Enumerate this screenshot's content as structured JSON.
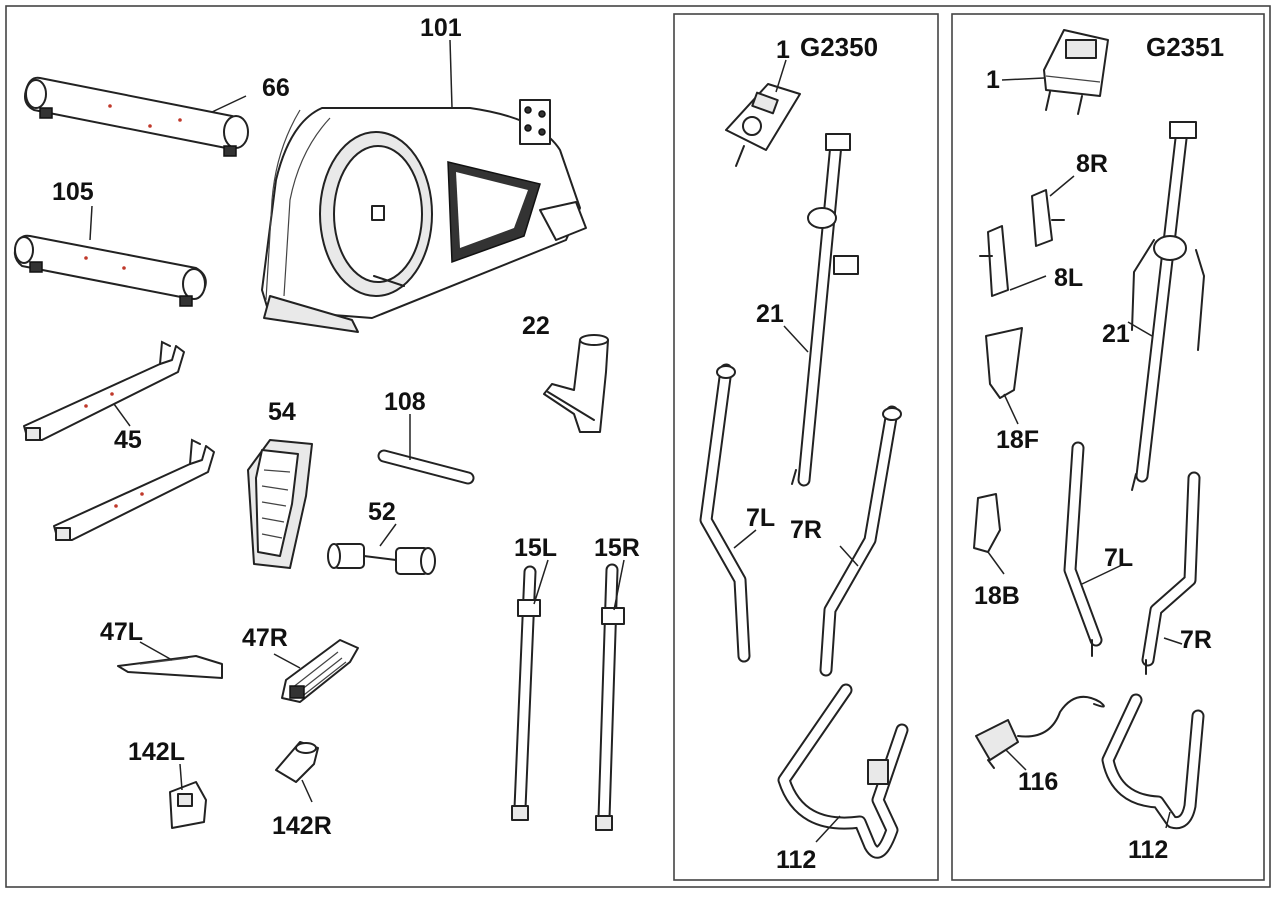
{
  "diagram": {
    "panels": [
      {
        "model": ""
      },
      {
        "model": "G2350"
      },
      {
        "model": "G2351"
      }
    ],
    "labels": {
      "p101": "101",
      "p66": "66",
      "p105": "105",
      "p45": "45",
      "p54": "54",
      "p108": "108",
      "p22": "22",
      "p52": "52",
      "p47L": "47L",
      "p47R": "47R",
      "p142L": "142L",
      "p142R": "142R",
      "p15L": "15L",
      "p15R": "15R",
      "a1": "1",
      "a21": "21",
      "a7L": "7L",
      "a7R": "7R",
      "a112": "112",
      "b1": "1",
      "b8R": "8R",
      "b8L": "8L",
      "b21": "21",
      "b18F": "18F",
      "b18B": "18B",
      "b7L": "7L",
      "b7R": "7R",
      "b116": "116",
      "b112": "112"
    }
  }
}
